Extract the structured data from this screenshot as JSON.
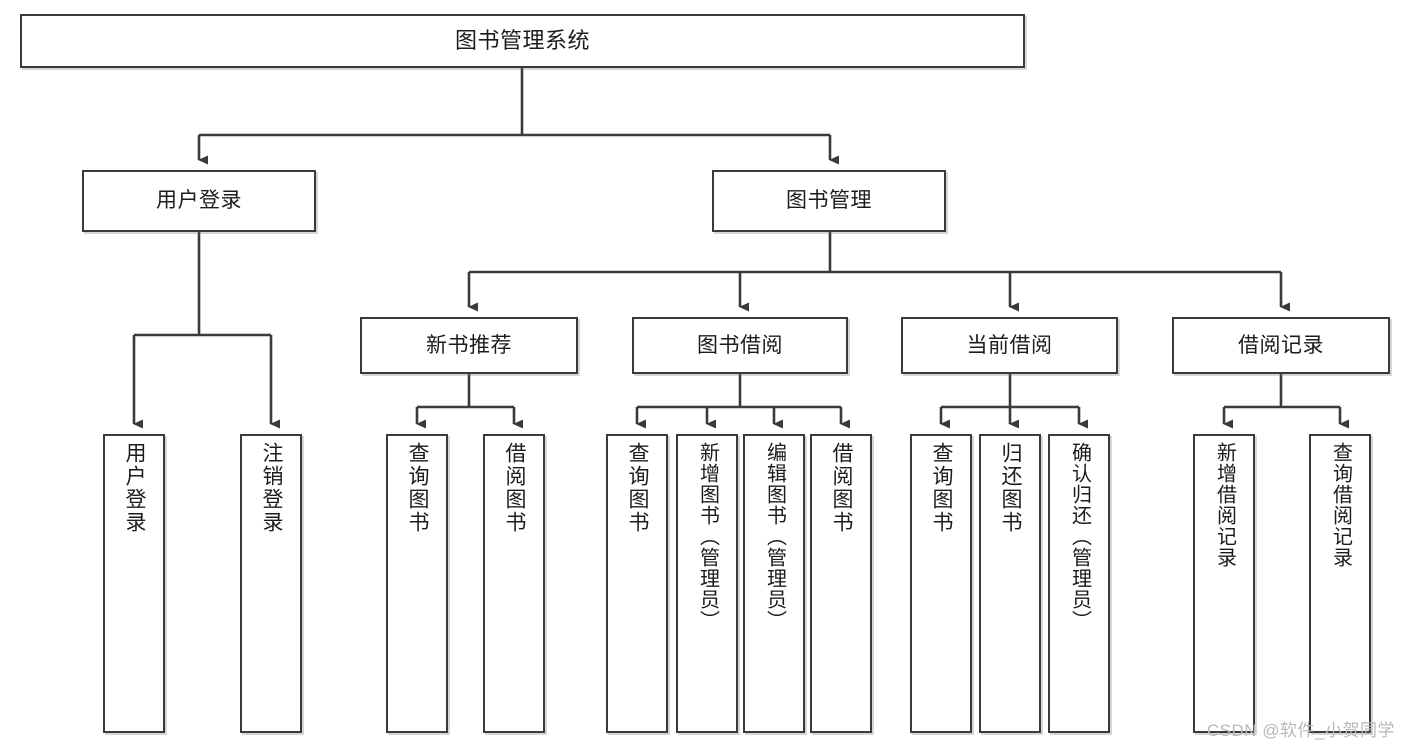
{
  "diagram": {
    "title": "图书管理系统",
    "type": "tree-hierarchy-chart",
    "watermark": "CSDN @软件_小贺同学",
    "colors": {
      "box_border": "#3a3a3a",
      "box_fill": "#ffffff",
      "connector": "#3a3a3a",
      "text": "#1c1c1c",
      "watermark": "#b9b9b9"
    }
  },
  "nodes": {
    "root": {
      "label": "图书管理系统"
    },
    "level2": [
      {
        "id": "user-login",
        "label": "用户登录"
      },
      {
        "id": "book-management",
        "label": "图书管理"
      }
    ],
    "level3": [
      {
        "id": "new-book-recommend",
        "label": "新书推荐"
      },
      {
        "id": "book-borrow",
        "label": "图书借阅"
      },
      {
        "id": "current-borrow",
        "label": "当前借阅"
      },
      {
        "id": "borrow-record",
        "label": "借阅记录"
      }
    ],
    "leaves": {
      "user_login": [
        {
          "id": "leaf-user-login",
          "label": "用户登录"
        },
        {
          "id": "leaf-logout",
          "label": "注销登录"
        }
      ],
      "new_book_recommend": [
        {
          "id": "leaf-query-book-1",
          "label": "查询图书"
        },
        {
          "id": "leaf-borrow-book-1",
          "label": "借阅图书"
        }
      ],
      "book_borrow": [
        {
          "id": "leaf-query-book-2",
          "label": "查询图书"
        },
        {
          "id": "leaf-add-book",
          "label": "新增图书（管理员）"
        },
        {
          "id": "leaf-edit-book",
          "label": "编辑图书（管理员）"
        },
        {
          "id": "leaf-borrow-book-2",
          "label": "借阅图书"
        }
      ],
      "current_borrow": [
        {
          "id": "leaf-query-book-3",
          "label": "查询图书"
        },
        {
          "id": "leaf-return-book",
          "label": "归还图书"
        },
        {
          "id": "leaf-confirm-return",
          "label": "确认归还（管理员）"
        }
      ],
      "borrow_record": [
        {
          "id": "leaf-add-record",
          "label": "新增借阅记录"
        },
        {
          "id": "leaf-query-record",
          "label": "查询借阅记录"
        }
      ]
    }
  }
}
